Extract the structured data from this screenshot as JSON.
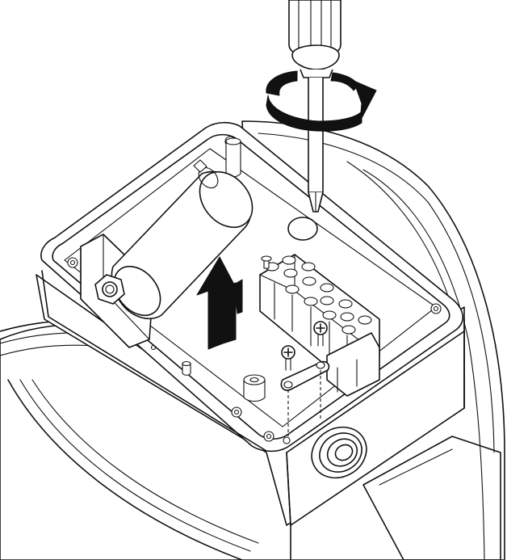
{
  "figure": {
    "kind": "line-drawing illustration",
    "depicts": [
      "motor-housing",
      "open-terminal-box",
      "capacitor",
      "terminal-block",
      "screwdriver",
      "rotation-arrow",
      "direction-arrow",
      "cable-gland"
    ]
  },
  "colors": {
    "line": "#111111",
    "background": "#ffffff",
    "arrow_fill": "#111111"
  }
}
